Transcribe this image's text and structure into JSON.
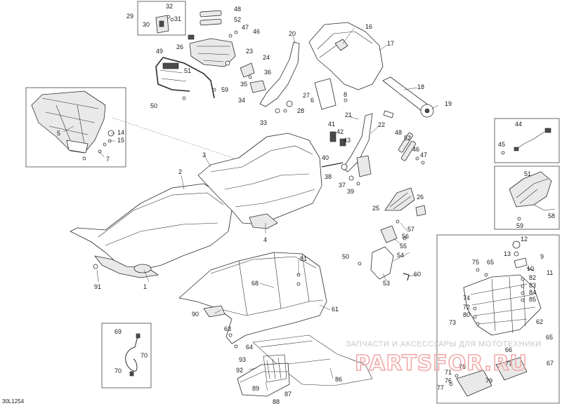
{
  "diagram_ref": "30L1254",
  "watermark": {
    "caption": "ЗАПЧАСТИ И АКСЕССУАРЫ ДЛЯ МОТОТЕХНИКИ",
    "logo": "PARTSFOR.RU"
  },
  "callouts": {
    "c1": "1",
    "c2": "2",
    "c3": "3",
    "c4": "4",
    "c5": "5",
    "c6": "6",
    "c7": "7",
    "c8": "8",
    "c9": "9",
    "c10": "10",
    "c11": "11",
    "c12": "12",
    "c13": "13",
    "c14": "14",
    "c15": "15",
    "c16": "16",
    "c17": "17",
    "c18": "18",
    "c19": "19",
    "c20": "20",
    "c21": "21",
    "c22": "22",
    "c23": "23",
    "c24": "24",
    "c25": "25",
    "c26": "26",
    "c27": "27",
    "c28": "28",
    "c29": "29",
    "c30": "30",
    "c31": "31",
    "c32": "32",
    "c33": "33",
    "c34": "34",
    "c35": "35",
    "c36": "36",
    "c37": "37",
    "c38": "38",
    "c39": "39",
    "c40": "40",
    "c41": "41",
    "c42": "42",
    "c43": "43",
    "c44": "44",
    "c45": "45",
    "c46": "46",
    "c47": "47",
    "c48": "48",
    "c49": "49",
    "c50": "50",
    "c51": "51",
    "c52": "52",
    "c53": "53",
    "c54": "54",
    "c55": "55",
    "c56": "56",
    "c57": "57",
    "c58": "58",
    "c59": "59",
    "c60": "60",
    "c61": "61",
    "c62": "62",
    "c63": "63",
    "c64": "64",
    "c65": "65",
    "c66": "66",
    "c67": "67",
    "c68": "68",
    "c69": "69",
    "c70": "70",
    "c71": "71",
    "c72": "72",
    "c73": "73",
    "c74": "74",
    "c75": "75",
    "c76": "76",
    "c77": "77",
    "c78": "78",
    "c79": "79",
    "c80": "80",
    "c81": "81",
    "c82": "82",
    "c83": "83",
    "c84": "84",
    "c85": "85",
    "c86": "86",
    "c87": "87",
    "c88": "88",
    "c89": "89",
    "c90": "90",
    "c91": "91",
    "c92": "92",
    "c93": "93"
  }
}
